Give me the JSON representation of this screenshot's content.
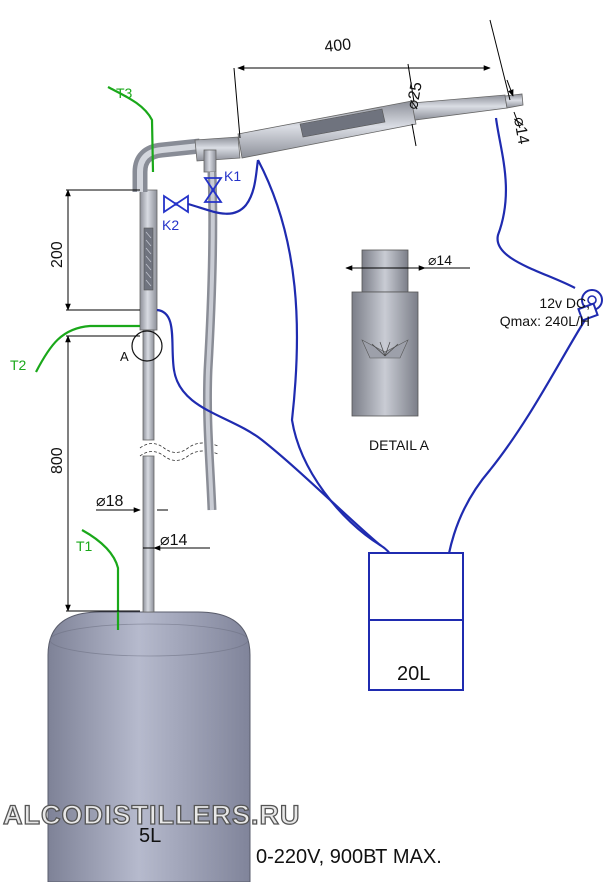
{
  "labels": {
    "t1": "T1",
    "t2": "T2",
    "t3": "T3",
    "k1": "K1",
    "k2": "K2",
    "detail_marker": "A",
    "detail_title": "DETAIL A",
    "pump_line1": "12v DC,",
    "pump_line2": "Qmax: 240L/H",
    "receiver_volume": "20L",
    "boiler_volume": "5L",
    "power": "0-220V, 900ВТ MAX.",
    "watermark": "ALCODISTILLERS.RU"
  },
  "dimensions": {
    "condenser_length": "400",
    "condenser_diameter": "⌀25",
    "outlet_diameter": "⌀14",
    "detail_diameter": "⌀14",
    "column_upper": "200",
    "column_lower": "800",
    "column_outer_diameter": "⌀18",
    "column_inner_diameter": "⌀14"
  },
  "colors": {
    "dimension_line": "#000000",
    "sensor_wire": "#1aa81a",
    "water_hose": "#1f2bb0",
    "valve": "#2533c9",
    "tube_metal": "#b4b8c2",
    "boiler_body": "#9fa3b8"
  }
}
